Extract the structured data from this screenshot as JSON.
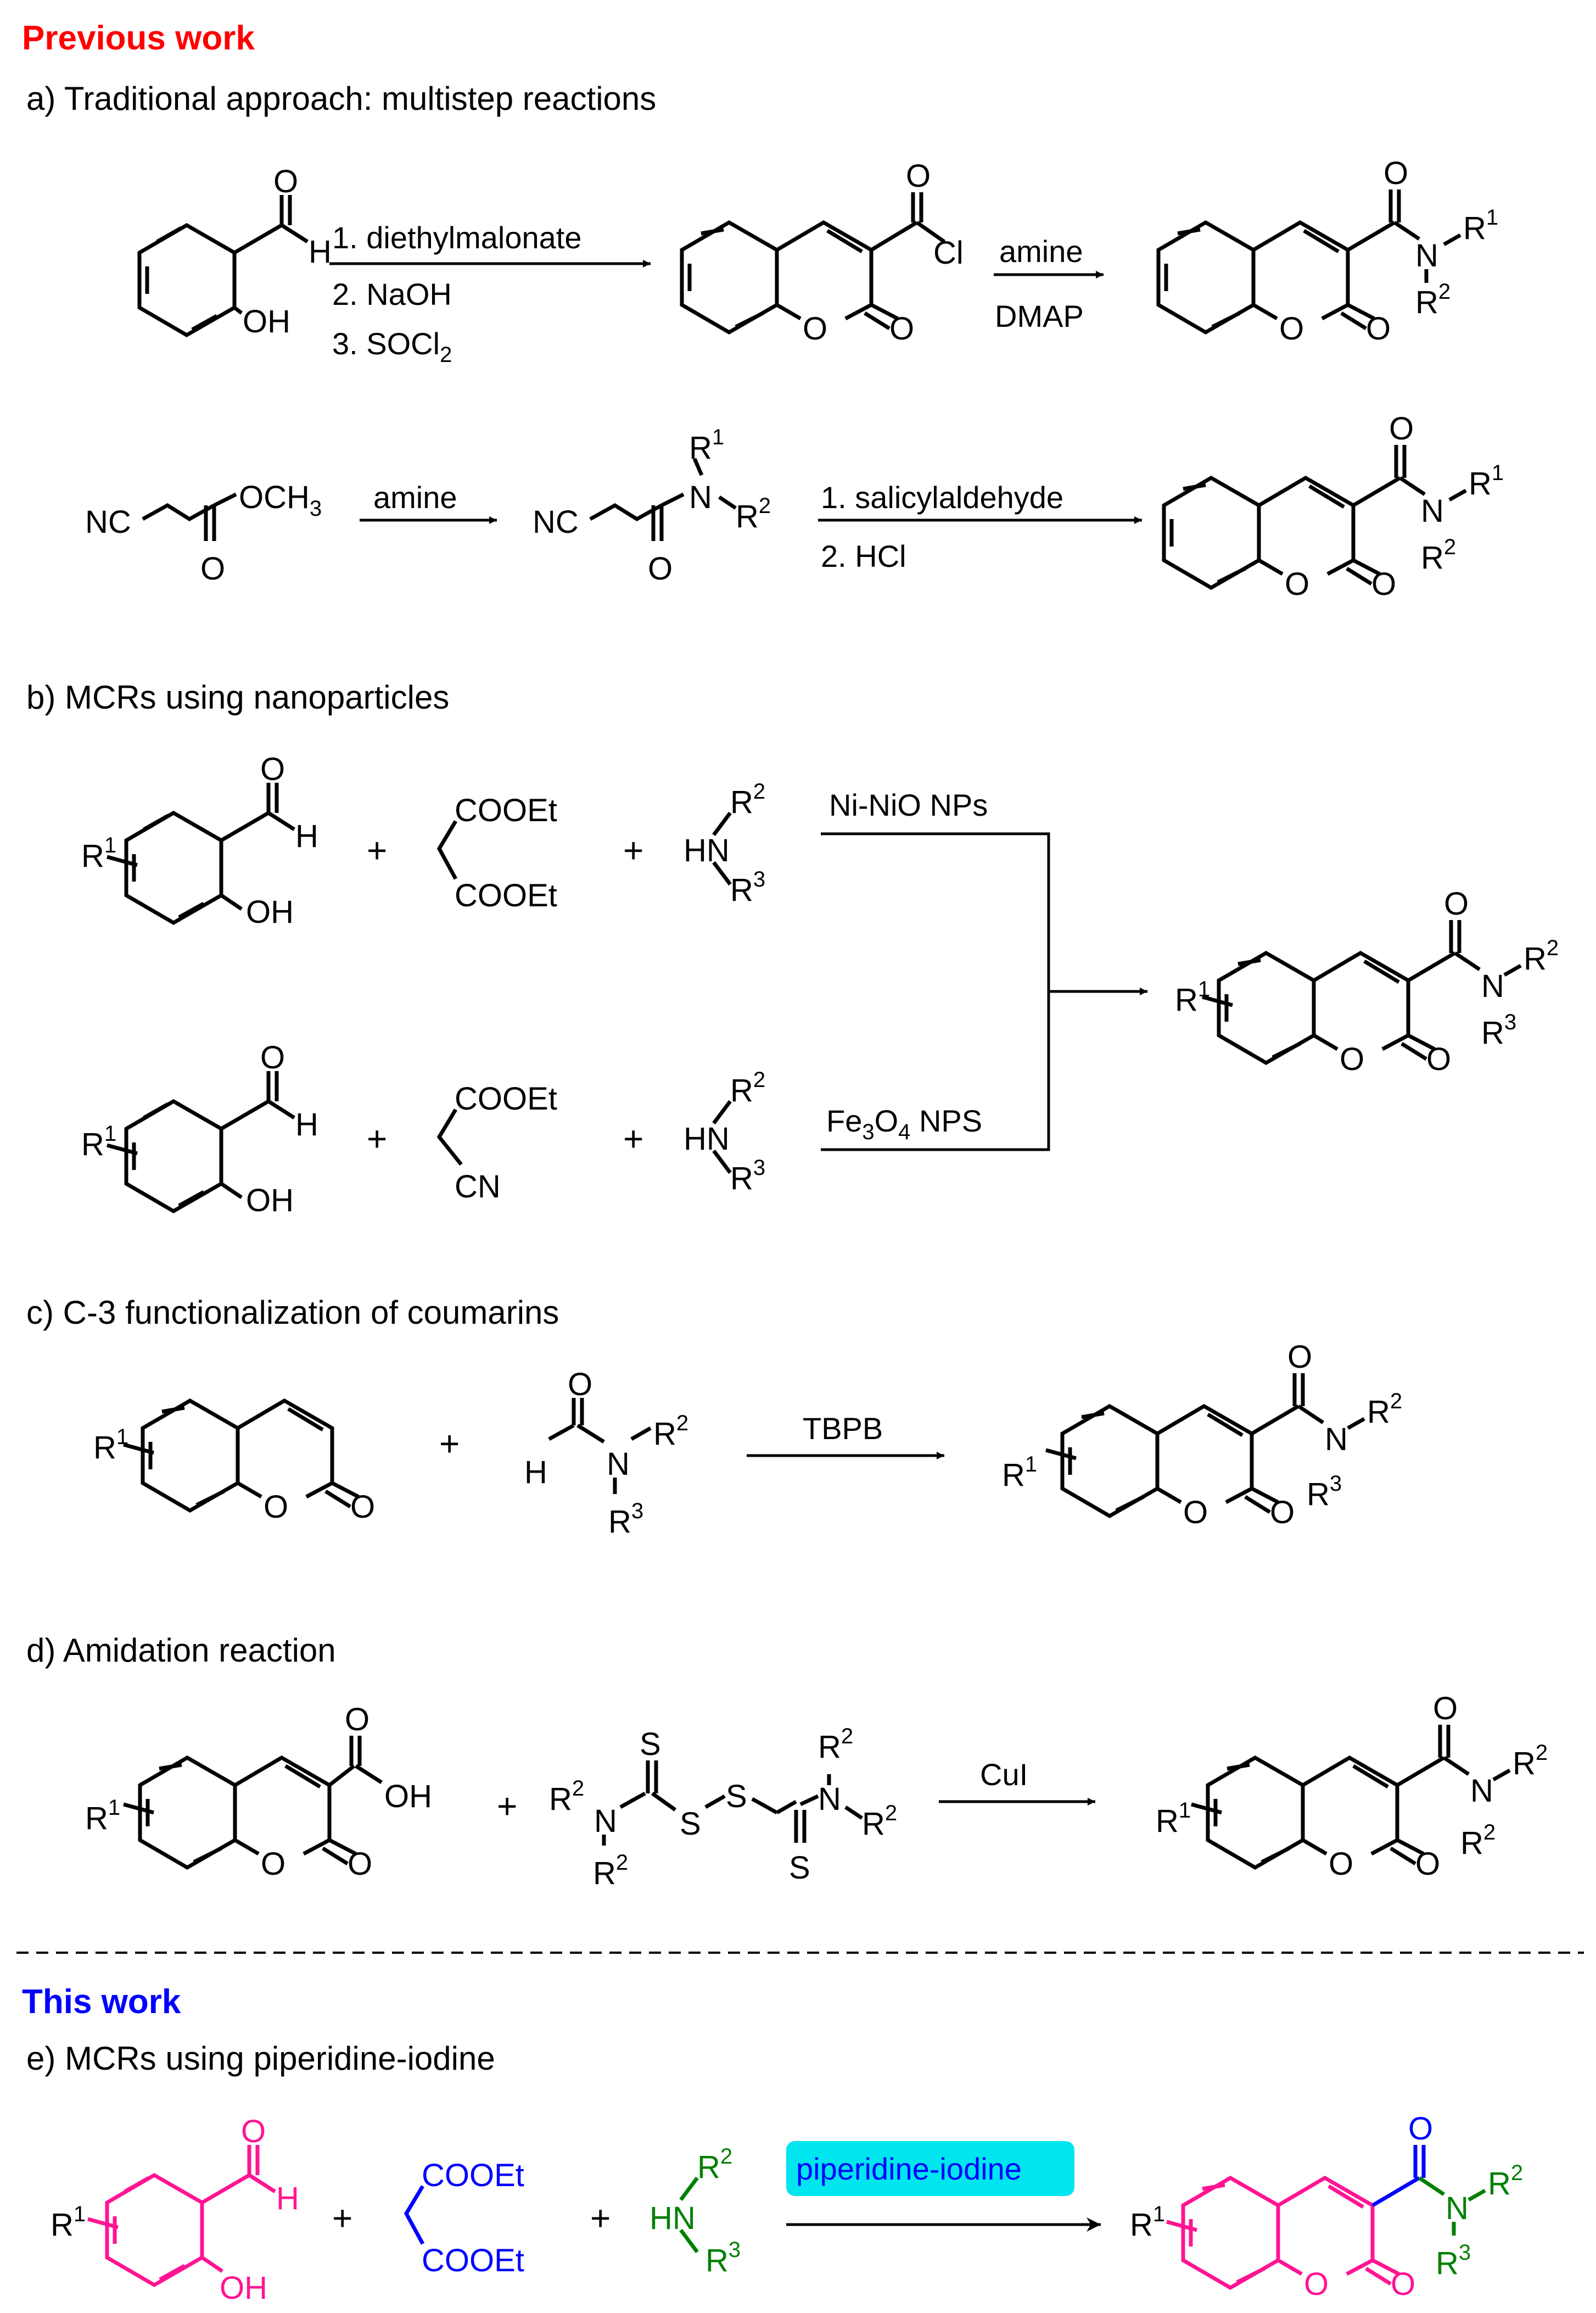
{
  "headers": {
    "previous": "Previous work",
    "this_work": "This work"
  },
  "colors": {
    "previous": "#ff0000",
    "this_work": "#0000ff",
    "salicylaldehyde": "#ff1493",
    "malonate": "#0000ff",
    "amine": "#008000",
    "catalyst_box": "#00e5ee",
    "catalyst_text": "#0000ff"
  },
  "sections": {
    "a": {
      "title": "a) Traditional approach: multistep reactions",
      "row1": {
        "cond_top": "1. diethylmalonate",
        "cond_2": "2. NaOH",
        "cond_3": "3. SOCl",
        "cond_3_sub": "2",
        "cond2_top": "amine",
        "cond2_bottom": "DMAP"
      },
      "row2": {
        "cond1_top": "amine",
        "cond2_top": "1. salicylaldehyde",
        "cond2_bottom": "2. HCl"
      }
    },
    "b": {
      "title": "b) MCRs using nanoparticles",
      "plus": "+",
      "cond_top": "Ni-NiO NPs",
      "cond_bottom_1": "Fe",
      "cond_bottom_sub1": "3",
      "cond_bottom_2": "O",
      "cond_bottom_sub2": "4",
      "cond_bottom_3": " NPS"
    },
    "c": {
      "title": "c) C-3 functionalization of coumarins",
      "plus": "+",
      "cond": "TBPB"
    },
    "d": {
      "title": "d) Amidation reaction",
      "plus": "+",
      "cond": "CuI"
    },
    "e": {
      "title": "e) MCRs using piperidine-iodine",
      "plus": "+",
      "cond": "piperidine-iodine"
    }
  },
  "atoms": {
    "O": "O",
    "H": "H",
    "OH": "OH",
    "Cl": "Cl",
    "N": "N",
    "NC": "NC",
    "OCH": "OCH",
    "sub3": "3",
    "sub2": "2",
    "R": "R",
    "sup1": "1",
    "sup2": "2",
    "sup3": "3",
    "COOEt": "COOEt",
    "CN": "CN",
    "HN": "HN",
    "S": "S"
  }
}
